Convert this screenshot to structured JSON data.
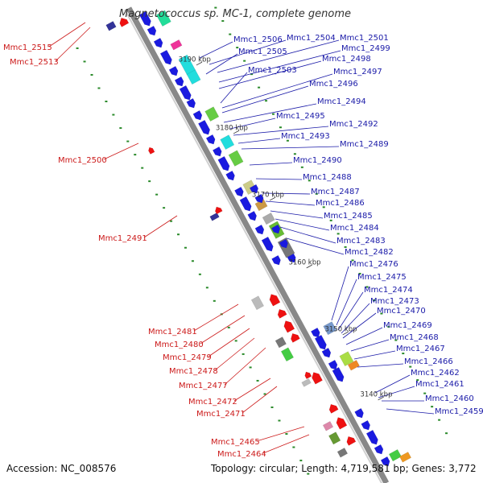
{
  "title": "Magnetococcus sp. MC-1, complete genome",
  "footer": {
    "accession": "Accession: NC_008576",
    "topology": "Topology: circular; Length: 4,719,581 bp; Genes: 3,772"
  },
  "colors": {
    "backbone": "#888888",
    "forward_gene": "#1a1ae0",
    "reverse_gene": "#ee1111",
    "forward_label": "#1a1aa8",
    "reverse_label": "#cc1a1a",
    "tick_line": "#2a8a2a"
  },
  "ticks": [
    "3190 kbp",
    "3180 kbp",
    "3170 kbp",
    "3160 kbp",
    "3150 kbp",
    "3140 kbp"
  ],
  "forward_labels": [
    "Mmc1_2506",
    "Mmc1_2504",
    "Mmc1_2501",
    "Mmc1_2505",
    "Mmc1_2499",
    "Mmc1_2498",
    "Mmc1_2503",
    "Mmc1_2497",
    "Mmc1_2496",
    "Mmc1_2494",
    "Mmc1_2495",
    "Mmc1_2492",
    "Mmc1_2493",
    "Mmc1_2489",
    "Mmc1_2490",
    "Mmc1_2488",
    "Mmc1_2487",
    "Mmc1_2486",
    "Mmc1_2485",
    "Mmc1_2484",
    "Mmc1_2483",
    "Mmc1_2482",
    "Mmc1_2476",
    "Mmc1_2475",
    "Mmc1_2474",
    "Mmc1_2473",
    "Mmc1_2470",
    "Mmc1_2469",
    "Mmc1_2468",
    "Mmc1_2467",
    "Mmc1_2466",
    "Mmc1_2462",
    "Mmc1_2461",
    "Mmc1_2460",
    "Mmc1_2459"
  ],
  "reverse_labels": [
    "Mmc1_2515",
    "Mmc1_2513",
    "Mmc1_2500",
    "Mmc1_2491",
    "Mmc1_2481",
    "Mmc1_2480",
    "Mmc1_2479",
    "Mmc1_2478",
    "Mmc1_2477",
    "Mmc1_2472",
    "Mmc1_2471",
    "Mmc1_2465",
    "Mmc1_2464"
  ]
}
